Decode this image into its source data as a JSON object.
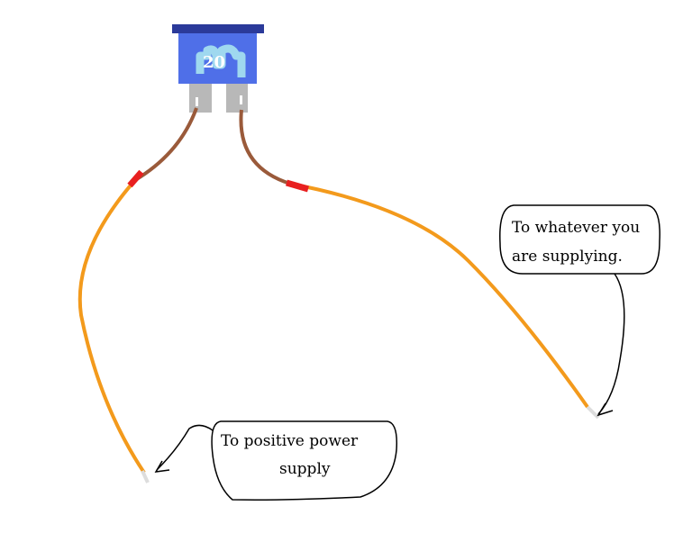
{
  "fuse": {
    "rating": "20",
    "body_color": "#4f6fe8",
    "cap_color": "#2b3a9a",
    "element_color": "#9fd8ef"
  },
  "callouts": {
    "load": {
      "line1": "To whatever you",
      "line2": "are supplying."
    },
    "supply": {
      "line1": "To positive power",
      "line2": "supply"
    }
  },
  "colors": {
    "wire_orange": "#f39a1c",
    "wire_brown": "#9a5a3a",
    "splice_red": "#e82020"
  }
}
